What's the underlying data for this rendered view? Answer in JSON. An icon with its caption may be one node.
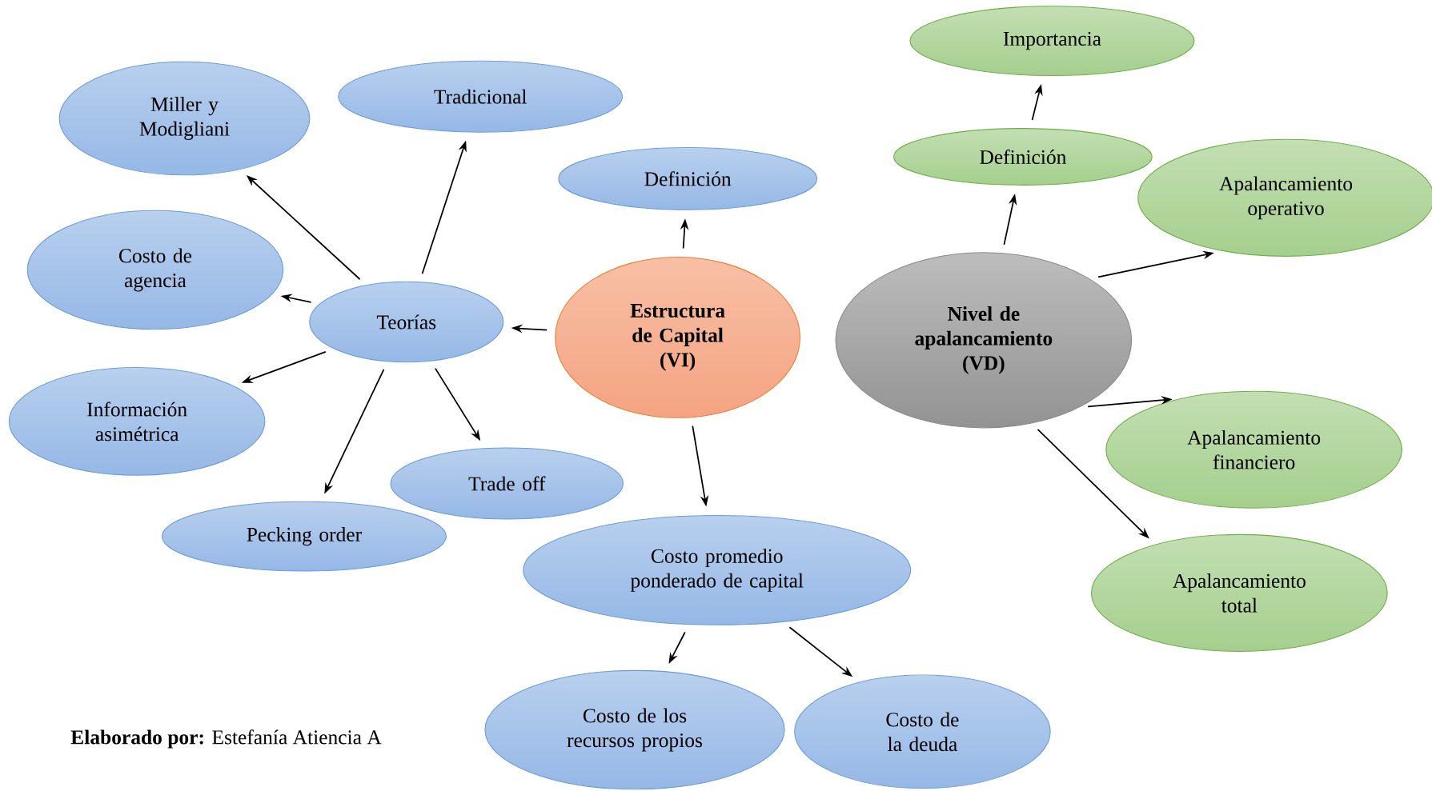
{
  "diagram": {
    "nodes": [
      {
        "text": [
          "Estructura de Capital (VI)"
        ]
      },
      {
        "text": [
          "Definición"
        ]
      },
      {
        "text": [
          "Teorías"
        ]
      },
      {
        "text": [
          "Miller y Modigliani"
        ]
      },
      {
        "text": [
          "Tradicional"
        ]
      },
      {
        "text": [
          "Costo de agencia"
        ]
      },
      {
        "text": [
          "Información asimétrica"
        ]
      },
      {
        "text": [
          "Pecking order"
        ]
      },
      {
        "text": [
          "Trade off"
        ]
      },
      {
        "text": [
          "Costo promedio ponderado de capital"
        ]
      },
      {
        "text": [
          "Costo de los recursos propios"
        ]
      },
      {
        "text": [
          "Costo de la deuda"
        ]
      },
      {
        "text": [
          "Nivel de apalancamiento (VD)"
        ]
      },
      {
        "text": [
          "Definición"
        ]
      },
      {
        "text": [
          "Importancia"
        ]
      },
      {
        "text": [
          "Apalancamiento operativo"
        ]
      },
      {
        "text": [
          "Apalancamiento financiero"
        ]
      },
      {
        "text": [
          "Apalancamiento total"
        ]
      }
    ],
    "edges": [
      {
        "from": 0,
        "to": 1,
        "arrow": "to"
      },
      {
        "from": 0,
        "to": 2,
        "arrow": "to"
      },
      {
        "from": 0,
        "to": 9,
        "arrow": "to"
      },
      {
        "from": 2,
        "to": 3,
        "arrow": "to"
      },
      {
        "from": 2,
        "to": 4,
        "arrow": "to"
      },
      {
        "from": 2,
        "to": 5,
        "arrow": "to"
      },
      {
        "from": 2,
        "to": 6,
        "arrow": "to"
      },
      {
        "from": 2,
        "to": 7,
        "arrow": "to"
      },
      {
        "from": 2,
        "to": 8,
        "arrow": "to"
      },
      {
        "from": 9,
        "to": 10,
        "arrow": "to"
      },
      {
        "from": 9,
        "to": 11,
        "arrow": "to"
      },
      {
        "from": 12,
        "to": 13,
        "arrow": "to"
      },
      {
        "from": 13,
        "to": 14,
        "arrow": "to"
      },
      {
        "from": 12,
        "to": 15,
        "arrow": "to"
      },
      {
        "from": 12,
        "to": 16,
        "arrow": "to"
      },
      {
        "from": 12,
        "to": 17,
        "arrow": "to"
      }
    ],
    "labels": [
      "**Elaborado por:** Estefanía Atiencia A"
    ]
  }
}
